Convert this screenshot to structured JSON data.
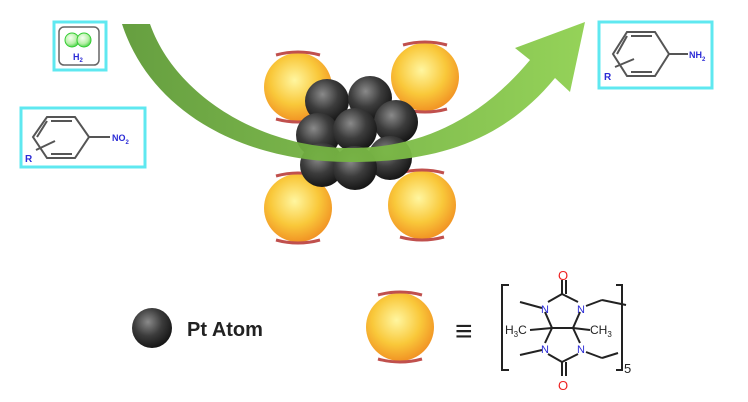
{
  "reactants": {
    "hydrogen": {
      "formula": "H",
      "subscript": "2"
    },
    "nitroarene": {
      "substituent": "R",
      "group": "NO",
      "group_sub": "2"
    }
  },
  "product": {
    "aniline": {
      "substituent": "R",
      "group": "NH",
      "group_sub": "2"
    }
  },
  "legend": {
    "pt_label": "Pt Atom",
    "equiv_symbol": "≡"
  },
  "structure": {
    "oxygen": "O",
    "nitrogen": "N",
    "methyl_left": "H",
    "methyl_left_sub": "3",
    "methyl_left_c": "C",
    "methyl_right": "CH",
    "methyl_right_sub": "3",
    "repeat_count": "5"
  },
  "colors": {
    "arrow": "#6aa63a",
    "box_border": "#5fe8f0",
    "pt": "#3a3a3a",
    "cb_sphere": "#f7c233",
    "label_blue": "#2b2bd6",
    "oxygen_red": "#ee2222"
  }
}
